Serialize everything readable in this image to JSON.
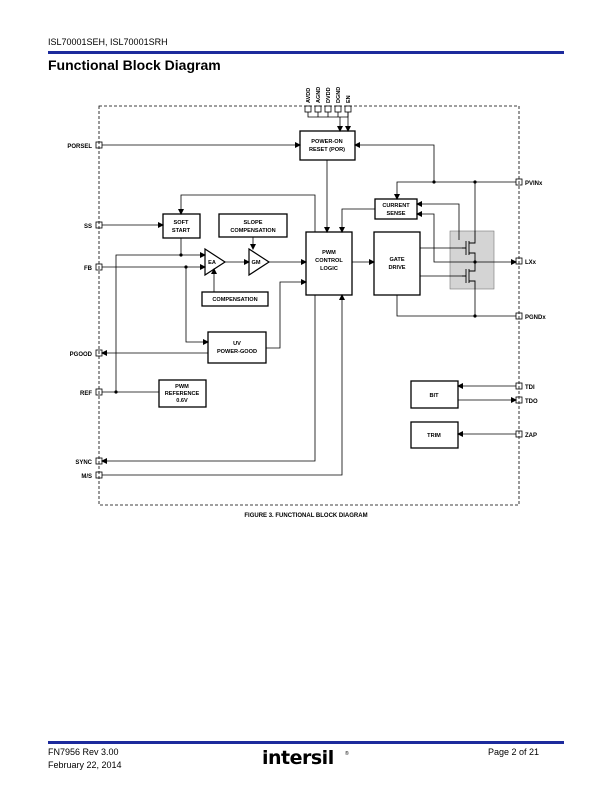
{
  "header": {
    "part_numbers": "ISL70001SEH, ISL70001SRH"
  },
  "section_title": "Functional Block Diagram",
  "figure_caption": "FIGURE 3.  FUNCTIONAL BLOCK DIAGRAM",
  "diagram": {
    "top_pins": [
      "AVDD",
      "AGND",
      "DVDD",
      "DGND",
      "EN"
    ],
    "left_pins": [
      "PORSEL",
      "SS",
      "FB",
      "PGOOD",
      "REF",
      "SYNC",
      "M/S"
    ],
    "right_pins": [
      "PVINx",
      "LXx",
      "PGNDx",
      "TDI",
      "TDO",
      "ZAP"
    ],
    "blocks": {
      "por": [
        "POWER-ON",
        "RESET (POR)"
      ],
      "soft_start": [
        "SOFT",
        "START"
      ],
      "slope_comp": [
        "SLOPE",
        "COMPENSATION"
      ],
      "pwm_control": [
        "PWM",
        "CONTROL",
        "LOGIC"
      ],
      "gate_drive": [
        "GATE",
        "DRIVE"
      ],
      "current_sense": [
        "CURRENT",
        "SENSE"
      ],
      "compensation": "COMPENSATION",
      "uv_power_good": [
        "UV",
        "POWER-GOOD"
      ],
      "pwm_reference": [
        "PWM",
        "REFERENCE",
        "0.6V"
      ],
      "bit": "BIT",
      "trim": "TRIM",
      "ea": "EA",
      "gm": "GM"
    }
  },
  "footer": {
    "doc_rev": "FN7956  Rev 3.00",
    "date": "February 22, 2014",
    "page": "Page 2 of 21",
    "logo": "intersil",
    "logo_mark": "®"
  }
}
